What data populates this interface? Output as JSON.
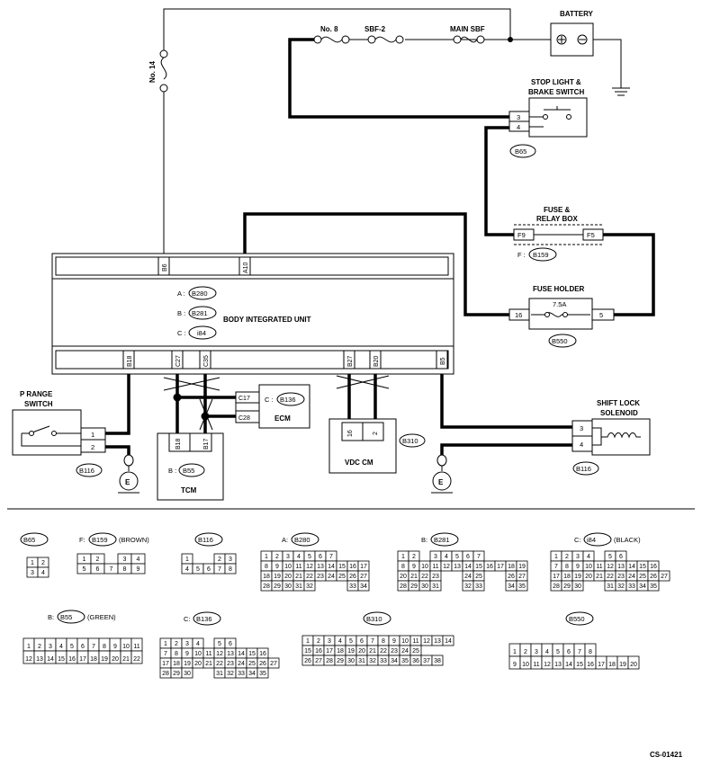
{
  "labels": {
    "battery": "BATTERY",
    "fuse_no8": "No. 8",
    "sbf2": "SBF-2",
    "main_sbf": "MAIN SBF",
    "no14": "No. 14",
    "stop_light_1": "STOP LIGHT &",
    "stop_light_2": "BRAKE SWITCH",
    "fuse_relay_1": "FUSE &",
    "fuse_relay_2": "RELAY BOX",
    "fuse_holder": "FUSE HOLDER",
    "fuse_7_5a": "7.5A",
    "body_unit": "BODY INTEGRATED UNIT",
    "ecm": "ECM",
    "tcm": "TCM",
    "vdc_cm": "VDC CM",
    "p_range_1": "P RANGE",
    "p_range_2": "SWITCH",
    "shift_lock_1": "SHIFT LOCK",
    "shift_lock_2": "SOLENOID",
    "ground": "E",
    "figure_id": "CS-01421"
  },
  "connectors": {
    "b65": "B65",
    "b159": "B159",
    "f_prefix": "F :",
    "b550": "B550",
    "a_prefix": "A :",
    "b_prefix": "B :",
    "c_prefix": "C :",
    "b280": "B280",
    "b281": "B281",
    "i84": "i84",
    "b136": "B136",
    "b55": "B55",
    "b310": "B310",
    "b116": "B116",
    "f9": "F9",
    "f5": "F5",
    "t16": "16",
    "t5": "5",
    "c17": "C17",
    "c28": "C28",
    "b6": "B6",
    "a10": "A10",
    "b18": "B18",
    "c27": "C27",
    "c35": "C35",
    "b27": "B27",
    "b20": "B20",
    "b5": "B5",
    "tcm_b18": "B18",
    "tcm_b17": "B17",
    "vdc_16": "16",
    "vdc_2": "2",
    "sw_3": "3",
    "sw_4": "4",
    "pr_1": "1",
    "pr_2": "2",
    "sl_3": "3",
    "sl_4": "4"
  },
  "legend": {
    "b65": {
      "label": "B65",
      "prefix": "",
      "suffix": ""
    },
    "b159": {
      "label": "B159",
      "prefix": "F:",
      "suffix": "(BROWN)"
    },
    "b116": {
      "label": "B116",
      "prefix": "",
      "suffix": ""
    },
    "b280": {
      "label": "B280",
      "prefix": "A:",
      "suffix": ""
    },
    "b281": {
      "label": "B281",
      "prefix": "B:",
      "suffix": ""
    },
    "i84": {
      "label": "i84",
      "prefix": "C:",
      "suffix": "(BLACK)"
    },
    "b55": {
      "label": "B55",
      "prefix": "B:",
      "suffix": "(GREEN)"
    },
    "b136": {
      "label": "B136",
      "prefix": "C:",
      "suffix": ""
    },
    "b310": {
      "label": "B310",
      "prefix": "",
      "suffix": ""
    },
    "b550": {
      "label": "B550",
      "prefix": "",
      "suffix": ""
    }
  },
  "pinouts": {
    "b65": [
      [
        "1",
        "2"
      ],
      [
        "3",
        "4"
      ]
    ],
    "b159": [
      [
        "1",
        "2",
        "",
        "3",
        "4"
      ],
      [
        "5",
        "6",
        "7",
        "8",
        "9"
      ]
    ],
    "b116": [
      [
        "1",
        "",
        "",
        "2",
        "3"
      ],
      [
        "4",
        "5",
        "6",
        "7",
        "8"
      ]
    ],
    "b280": [
      [
        "1",
        "2",
        "3",
        "4",
        "5",
        "6",
        "7"
      ],
      [
        "8",
        "9",
        "10",
        "11",
        "12",
        "13",
        "14",
        "15",
        "16",
        "17"
      ],
      [
        "18",
        "19",
        "20",
        "21",
        "22",
        "23",
        "24",
        "25",
        "26",
        "27"
      ],
      [
        "28",
        "29",
        "30",
        "31",
        "32",
        "",
        "",
        "",
        "33",
        "34"
      ]
    ],
    "b281": [
      [
        "1",
        "2",
        "",
        "3",
        "4",
        "5",
        "6",
        "7"
      ],
      [
        "8",
        "9",
        "10",
        "11",
        "12",
        "13",
        "14",
        "15",
        "16",
        "17",
        "18",
        "19"
      ],
      [
        "20",
        "21",
        "22",
        "23",
        "",
        "",
        "24",
        "25",
        "",
        "",
        "26",
        "27"
      ],
      [
        "28",
        "29",
        "30",
        "31",
        "",
        "",
        "32",
        "33",
        "",
        "",
        "34",
        "35"
      ]
    ],
    "i84": [
      [
        "1",
        "2",
        "3",
        "4",
        "",
        "5",
        "6"
      ],
      [
        "7",
        "8",
        "9",
        "10",
        "11",
        "12",
        "13",
        "14",
        "15",
        "16"
      ],
      [
        "17",
        "18",
        "19",
        "20",
        "21",
        "22",
        "23",
        "24",
        "25",
        "26",
        "27"
      ],
      [
        "28",
        "29",
        "30",
        "",
        "",
        "31",
        "32",
        "33",
        "34",
        "35"
      ]
    ],
    "b55": [
      [
        "1",
        "2",
        "3",
        "4",
        "5",
        "6",
        "7",
        "8",
        "9",
        "10",
        "11"
      ],
      [
        "12",
        "13",
        "14",
        "15",
        "16",
        "17",
        "18",
        "19",
        "20",
        "21",
        "22"
      ]
    ],
    "b136": [
      [
        "1",
        "2",
        "3",
        "4",
        "",
        "5",
        "6"
      ],
      [
        "7",
        "8",
        "9",
        "10",
        "11",
        "12",
        "13",
        "14",
        "15",
        "16"
      ],
      [
        "17",
        "18",
        "19",
        "20",
        "21",
        "22",
        "23",
        "24",
        "25",
        "26",
        "27"
      ],
      [
        "28",
        "29",
        "30",
        "",
        "",
        "31",
        "32",
        "33",
        "34",
        "35"
      ]
    ],
    "b310": [
      [
        "1",
        "2",
        "3",
        "4",
        "5",
        "6",
        "7",
        "8",
        "9",
        "10",
        "11",
        "12",
        "13",
        "14"
      ],
      [
        "15",
        "16",
        "17",
        "18",
        "19",
        "20",
        "21",
        "22",
        "23",
        "24",
        "25"
      ],
      [
        "26",
        "27",
        "28",
        "29",
        "30",
        "31",
        "32",
        "33",
        "34",
        "35",
        "36",
        "37",
        "38"
      ]
    ],
    "b550": [
      [
        "1",
        "2",
        "3",
        "4",
        "5",
        "6",
        "7",
        "8"
      ],
      [
        "9",
        "10",
        "11",
        "12",
        "13",
        "14",
        "15",
        "16",
        "17",
        "18",
        "19",
        "20"
      ]
    ]
  }
}
